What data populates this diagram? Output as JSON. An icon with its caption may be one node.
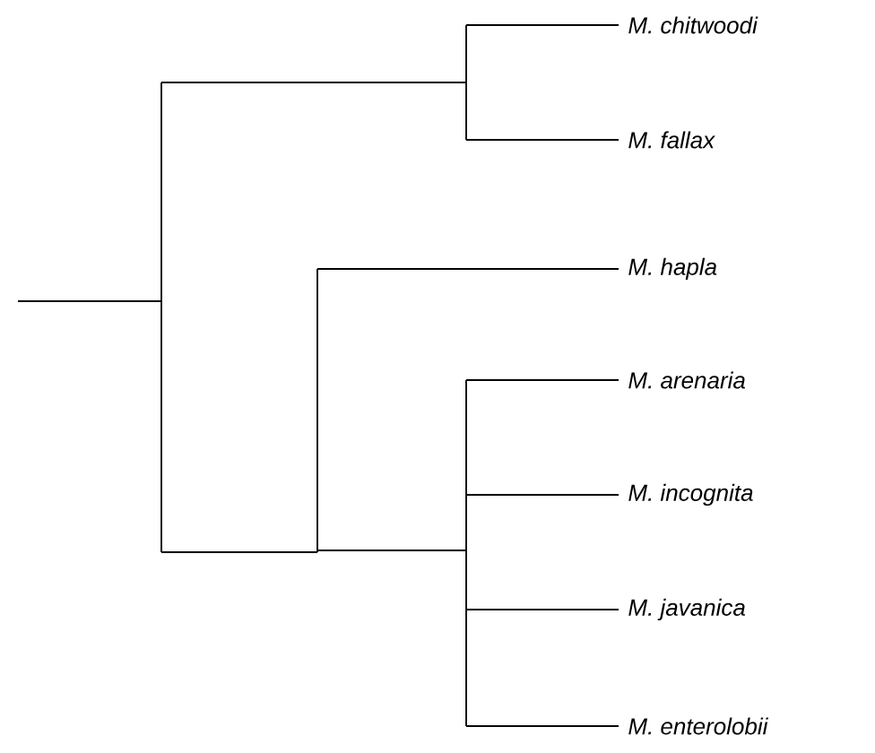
{
  "diagram": {
    "labels": [
      "M. chitwoodi",
      "M. fallax",
      "M. hapla",
      "M. arenaria",
      "M. incognita",
      "M. javanica",
      "M. enterolobii"
    ]
  }
}
